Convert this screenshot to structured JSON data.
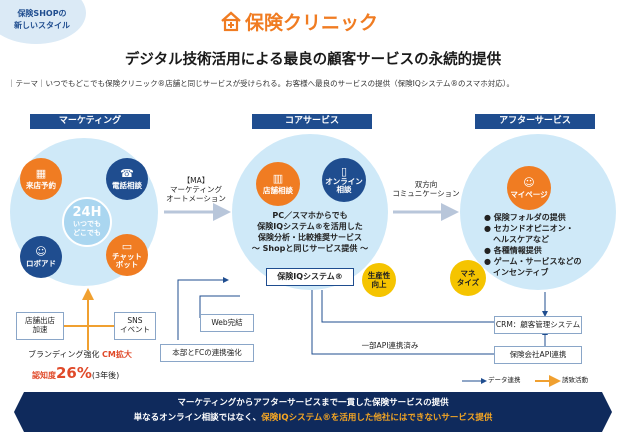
{
  "badge": {
    "line1": "保険SHOPの",
    "line2": "新しいスタイル"
  },
  "logo": {
    "text": "保険クリニック"
  },
  "headline": "デジタル技術活用による最良の顧客サービスの永続的提供",
  "theme": {
    "label": "テーマ",
    "text": "いつでもどこでも保険クリニック®店舗と同じサービスが受けられる。お客様へ最良のサービスの提供（保険IQシステム®のスマホ対応）。"
  },
  "columns": {
    "marketing": "マーケティング",
    "core": "コアサービス",
    "after": "アフターサービス"
  },
  "marketing": {
    "store_reservation": "来店予約",
    "phone_consult": "電話相談",
    "robot_ad": "ロボアド",
    "chatbot_1": "チャット",
    "chatbot_2": "ボット",
    "center_24h": "24H",
    "center_1": "いつでも",
    "center_2": "どこでも"
  },
  "ma": {
    "line1": "【MA】",
    "line2": "マーケティング",
    "line3": "オートメーション"
  },
  "bidirectional": {
    "line1": "双方向",
    "line2": "コミュニケーション"
  },
  "core": {
    "store_consult": "店舗相談",
    "online_1": "オンライン",
    "online_2": "相談",
    "text1": "PC／スマホからでも",
    "text2": "保険IQシステム®を活用した",
    "text3": "保険分析・比較推奨サービス",
    "text4": "～ Shopと同じサービス提供 ～",
    "iq_system": "保険IQシステム®",
    "productivity_1": "生産性",
    "productivity_2": "向上"
  },
  "after": {
    "mypage": "マイページ",
    "items": [
      "保険フォルダの提供",
      "セカンドオピニオン・",
      "ヘルスケアなど",
      "各種情報提供",
      "ゲーム・サービスなどの",
      "インセンティブ"
    ],
    "monetize_1": "マネ",
    "monetize_2": "タイズ"
  },
  "boxes": {
    "store_open_1": "店舗出店",
    "store_open_2": "加速",
    "sns_1": "SNS",
    "sns_2": "イベント",
    "web": "Web完結",
    "hq_fc": "本部とFCの連携強化",
    "crm": "CRM：顧客管理システム",
    "company_api": "保険会社API連携",
    "partial_api": "一部API連携済み"
  },
  "branding": {
    "text": "ブランディング強化",
    "cm": "CM拡大",
    "awareness": "認知度",
    "value": "26%",
    "period": "(3年後)"
  },
  "legend": {
    "data": "データ連携",
    "promo": "誘致活動"
  },
  "banner": {
    "line1": "マーケティングからアフターサービスまで一貫した保険サービスの提供",
    "line2_a": "単なるオンライン相談ではなく、",
    "line2_b": "保険IQシステム®を活用した他社にはできないサービス提供"
  },
  "colors": {
    "navy": "#1f4d8f",
    "orange": "#f07c22",
    "light_blue": "#cfe9f8",
    "banner": "#0f2a5c"
  }
}
